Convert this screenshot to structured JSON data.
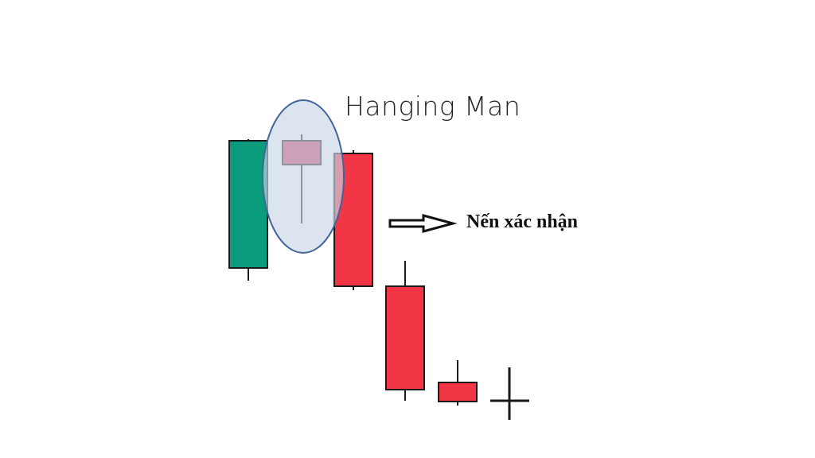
{
  "title": "Hanging Man",
  "confirmation_label": "Nến xác nhận",
  "colors": {
    "bullish": "#0a9a7c",
    "bearish": "#f23645",
    "hanging_man": "#d4445f",
    "highlight_fill": "#c9d6e8",
    "highlight_stroke": "#44659a",
    "outline": "#1a1a1a"
  },
  "candles": [
    {
      "name": "bullish-candle",
      "open": 111.5,
      "close": 191.5,
      "high": 192.5,
      "low": 103.5,
      "type": "bullish"
    },
    {
      "name": "hanging-man-candle",
      "open": 191.5,
      "close": 176.5,
      "high": 195.5,
      "low": 139.5,
      "type": "hanging_man"
    },
    {
      "name": "confirmation-candle",
      "open": 183.5,
      "close": 100,
      "high": 185.5,
      "low": 97.5,
      "type": "bearish"
    },
    {
      "name": "bearish-candle-2",
      "open": 100,
      "close": 35,
      "high": 116,
      "low": 28,
      "type": "bearish"
    },
    {
      "name": "bearish-candle-3",
      "open": 39.5,
      "close": 27.5,
      "high": 53.5,
      "low": 25,
      "type": "bearish"
    },
    {
      "name": "doji-candle",
      "open": 28,
      "close": 28,
      "high": 49,
      "low": 16,
      "type": "doji"
    }
  ]
}
